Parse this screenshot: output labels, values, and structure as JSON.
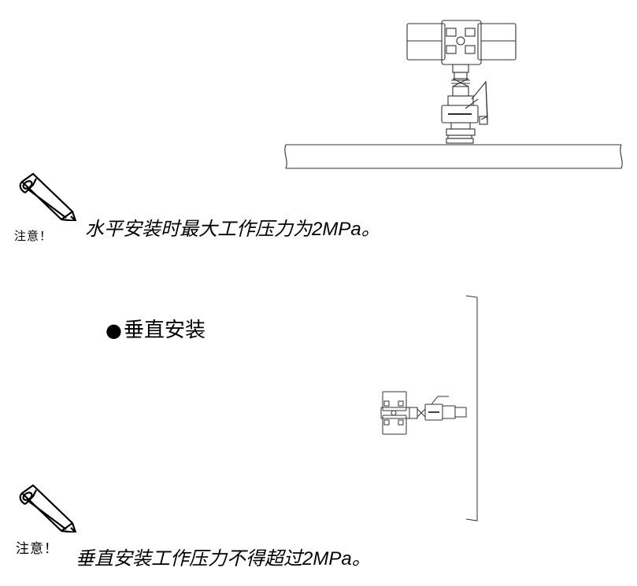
{
  "notes": [
    {
      "label": "注意！",
      "text": "水平安装时最大工作压力为",
      "pressure": "2MPa",
      "suffix": "。"
    },
    {
      "label": "注意！",
      "text": "垂直安装工作压力不得超过",
      "pressure": "2MPa",
      "suffix": "。"
    }
  ],
  "vertical_section": {
    "bullet": "●",
    "title": "垂直安装"
  },
  "icons": {
    "note": "pencil-icon"
  }
}
